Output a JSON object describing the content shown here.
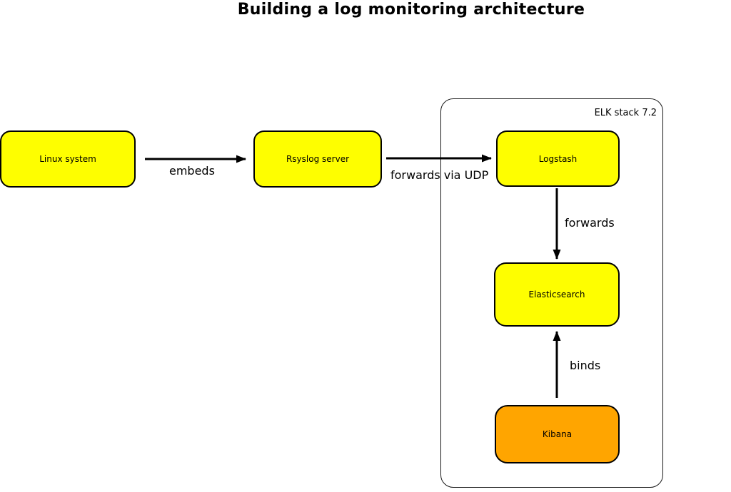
{
  "title": "Building a log monitoring architecture",
  "container": {
    "label": "ELK stack 7.2"
  },
  "nodes": [
    {
      "id": "linux-system",
      "label": "Linux system",
      "fill": "#FEFE00"
    },
    {
      "id": "rsyslog-server",
      "label": "Rsyslog server",
      "fill": "#FEFE00"
    },
    {
      "id": "logstash",
      "label": "Logstash",
      "fill": "#FEFE00"
    },
    {
      "id": "elasticsearch",
      "label": "Elasticsearch",
      "fill": "#FEFE00"
    },
    {
      "id": "kibana",
      "label": "Kibana",
      "fill": "#FFA500"
    }
  ],
  "edges": [
    {
      "from": "linux-system",
      "to": "rsyslog-server",
      "label": "embeds"
    },
    {
      "from": "rsyslog-server",
      "to": "logstash",
      "label": "forwards via UDP"
    },
    {
      "from": "logstash",
      "to": "elasticsearch",
      "label": "forwards"
    },
    {
      "from": "kibana",
      "to": "elasticsearch",
      "label": "binds"
    }
  ],
  "colors": {
    "node_yellow": "#FEFE00",
    "node_orange": "#FFA500",
    "stroke": "#000000",
    "background": "#FFFFFF"
  }
}
